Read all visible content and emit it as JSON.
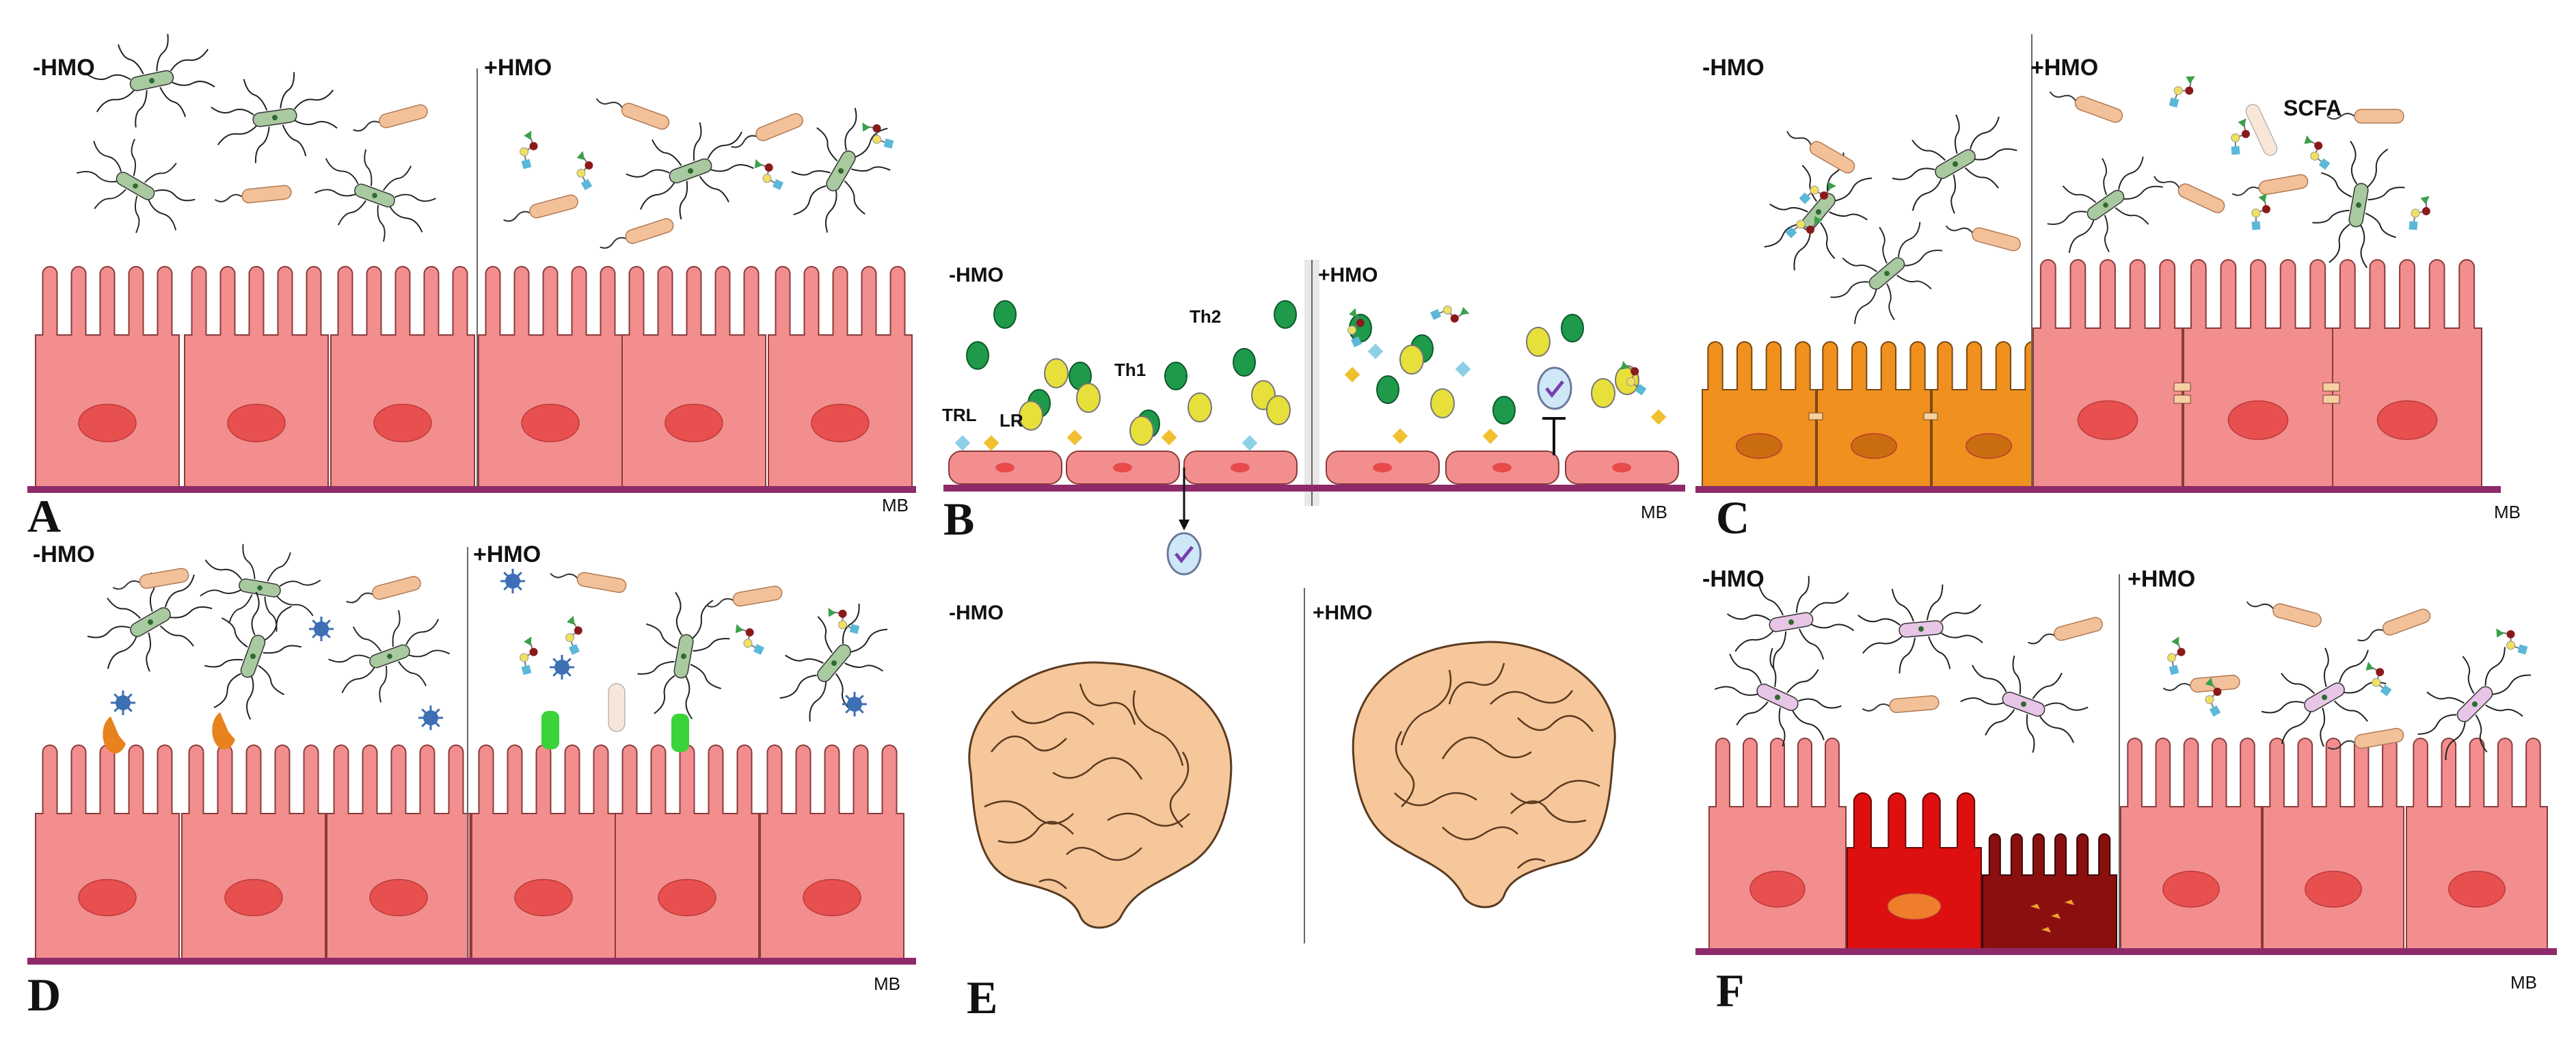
{
  "panels": {
    "A": {
      "letter": "A",
      "left_label": "-HMO",
      "right_label": "+HMO",
      "mb": "MB"
    },
    "B": {
      "letter": "B",
      "left_label": "-HMO",
      "right_label": "+HMO",
      "mb": "MB",
      "trl": "TRL",
      "lr": "LR",
      "th1": "Th1",
      "th2": "Th2"
    },
    "C": {
      "letter": "C",
      "left_label": "-HMO",
      "right_label": "+HMO",
      "mb": "MB",
      "scfa": "SCFA"
    },
    "D": {
      "letter": "D",
      "left_label": "-HMO",
      "right_label": "+HMO",
      "mb": "MB"
    },
    "E": {
      "letter": "E",
      "left_label": "-HMO",
      "right_label": "+HMO"
    },
    "F": {
      "letter": "F",
      "left_label": "-HMO",
      "right_label": "+HMO",
      "mb": "MB"
    }
  },
  "colors": {
    "cell_fill": "#f28e8e",
    "cell_stroke": "#8a3b3b",
    "nucleus": "#e84a4a",
    "membrane": "#8e2a6a",
    "orange_cell": "#f0901e",
    "red_cell": "#dd0f0f",
    "dark_red_cell": "#8a1010",
    "brain": "#f5c79a",
    "bacteria_green": "#a9c9a0",
    "bacteria_pink": "#e7c5e6",
    "rod": "#f2c19a",
    "th_green": "#1e9a4a",
    "th_yellow": "#e8e03a",
    "diamond": "#f0c030",
    "receptor_blue": "#8ecfe8",
    "receptor_orange": "#e8821e",
    "receptor_green": "#3ad33a",
    "virus": "#3c6fb4"
  }
}
